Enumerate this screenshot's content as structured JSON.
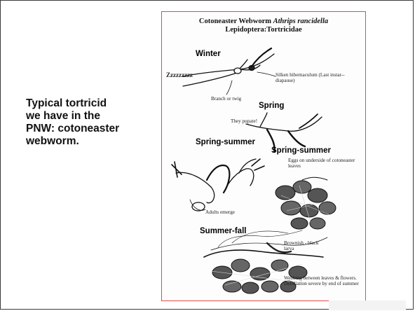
{
  "caption": {
    "lines": [
      "Typical tortricid",
      "we have in the",
      "PNW: cotoneaster",
      "webworm."
    ]
  },
  "figure": {
    "title_line1_prefix": "Cotoneaster  Webworm ",
    "title_line1_species": "Athrips  rancidella",
    "title_line2": "Lepidoptera:Tortricidae",
    "stages": {
      "winter": "Winter",
      "spring": "Spring",
      "spring_summer_left": "Spring-summer",
      "spring_summer_right": "Spring-summer",
      "summer_fall": "Summer-fall"
    },
    "notes": {
      "zzz": "Zzzzzzzzz",
      "hibernaculum": "Silken hibernaculum (Last instar-- diapause)",
      "branch": "Branch or twig",
      "pupate": "They pupate!",
      "eggs": "Eggs on underside of cotoneaster leaves",
      "adults": "Adults emerge",
      "larva": "Brownish - black larva",
      "webbing": "Webbing between leaves & flowers. Defoliation severe by end of summer"
    }
  }
}
